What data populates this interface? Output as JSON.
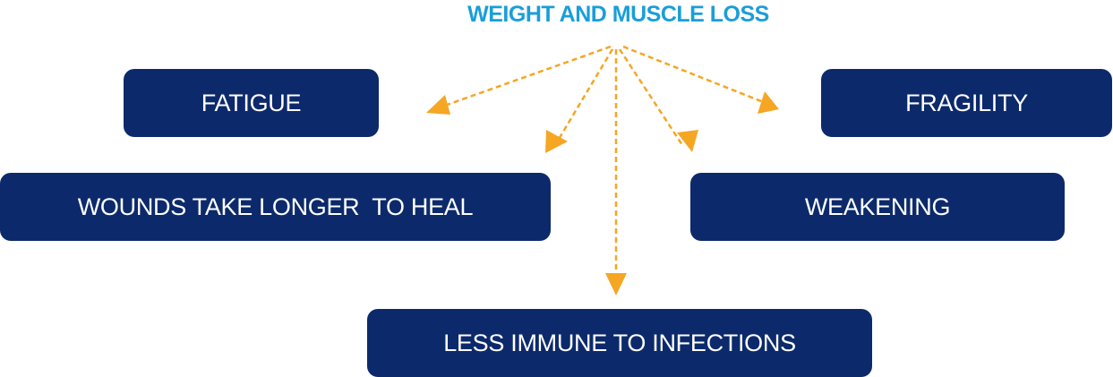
{
  "title": "WEIGHT AND MUSCLE LOSS",
  "colors": {
    "title": "#1a9ed9",
    "box_fill": "#0c2a6b",
    "box_text": "#ffffff",
    "arrow": "#f5a623"
  },
  "boxes": {
    "fatigue": "FATIGUE",
    "fragility": "FRAGILITY",
    "wounds": "WOUNDS TAKE LONGER  TO HEAL",
    "weakening": "WEAKENING",
    "immune": "LESS IMMUNE TO INFECTIONS"
  }
}
